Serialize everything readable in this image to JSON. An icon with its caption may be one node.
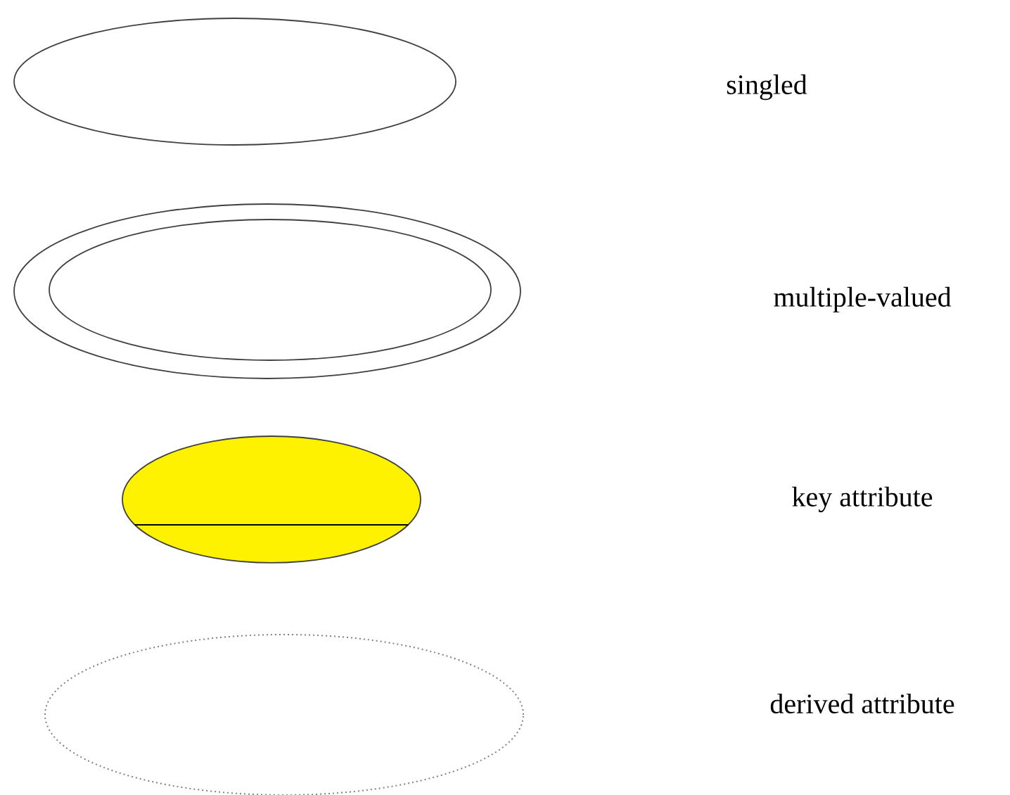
{
  "diagram": {
    "nodes": [
      {
        "text": [],
        "shape": "ellipse"
      },
      {
        "text": [],
        "shape": "ellipse"
      },
      {
        "text": [],
        "shape": "ellipse"
      },
      {
        "text": [],
        "shape": "ellipse"
      }
    ],
    "legend": [
      {
        "text": "singled"
      },
      {
        "text": "multiple-valued"
      },
      {
        "text": "key attribute"
      },
      {
        "text": "derived attribute"
      }
    ]
  }
}
